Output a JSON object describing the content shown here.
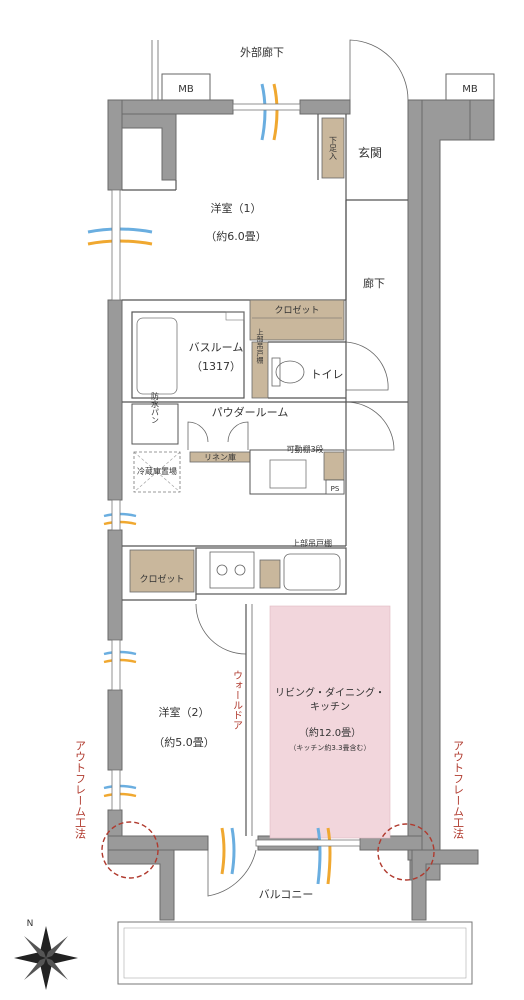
{
  "labels": {
    "exterior_corridor": "外部廊下",
    "mb": "MB",
    "entrance": "玄関",
    "shoe_box": "下足入",
    "western_room_1": "洋室（1）",
    "western_room_1_size": "（約6.0畳）",
    "hallway": "廊下",
    "closet": "クロゼット",
    "bathroom": "バスルーム",
    "bathroom_size": "（1317）",
    "upper_shelf": "上部吊戸棚",
    "toilet": "トイレ",
    "powder_room": "パウダールーム",
    "washer_pan": "防水パン",
    "linen": "リネン庫",
    "movable_shelf": "可動棚3段",
    "ps": "PS",
    "fridge": "冷蔵庫置場",
    "upper_cabinet": "上部吊戸棚",
    "western_room_2": "洋室（2）",
    "western_room_2_size": "（約5.0畳）",
    "walk_door": "ウォールドア",
    "ldk_line1": "リビング・ダイニング・",
    "ldk_line2": "キッチン",
    "ldk_size": "（約12.0畳）",
    "ldk_note": "（キッチン約3.3畳含む）",
    "outframe": "アウトフレーム工法",
    "balcony": "バルコニー",
    "north": "N"
  },
  "colors": {
    "wall": "#9a9a9a",
    "ldk_fill": "#f2d6dc",
    "closet_fill": "#c9b79c",
    "outframe_text": "#b03a2e",
    "breeze_blue": "#6aaee0",
    "breeze_orange": "#f0a830"
  }
}
